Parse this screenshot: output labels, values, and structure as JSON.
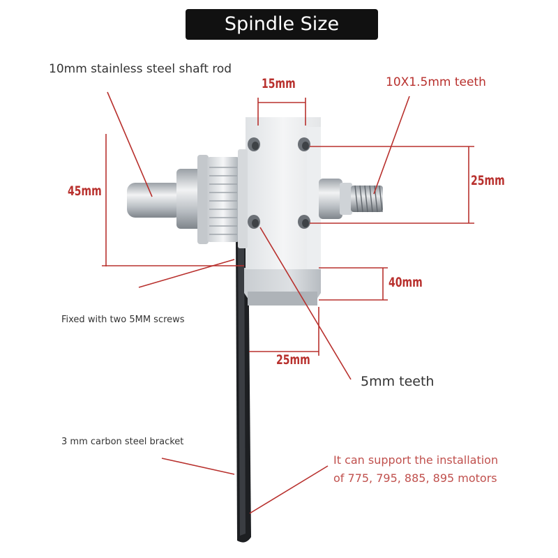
{
  "title": "Spindle Size",
  "labels": {
    "shaft_rod": "10mm stainless steel shaft rod",
    "teeth_10": "10X1.5mm teeth",
    "screws": "Fixed with two 5MM screws",
    "teeth_5": "5mm teeth",
    "bracket": "3 mm carbon steel bracket",
    "motors_line1": "It can support the installation",
    "motors_line2": "of 775, 795, 885, 895 motors"
  },
  "dimensions": {
    "d15": "15mm",
    "d45": "45mm",
    "d25_right": "25mm",
    "d40": "40mm",
    "d25_bottom": "25mm"
  },
  "colors": {
    "annotation": "#b8302d",
    "banner": "#111111"
  }
}
